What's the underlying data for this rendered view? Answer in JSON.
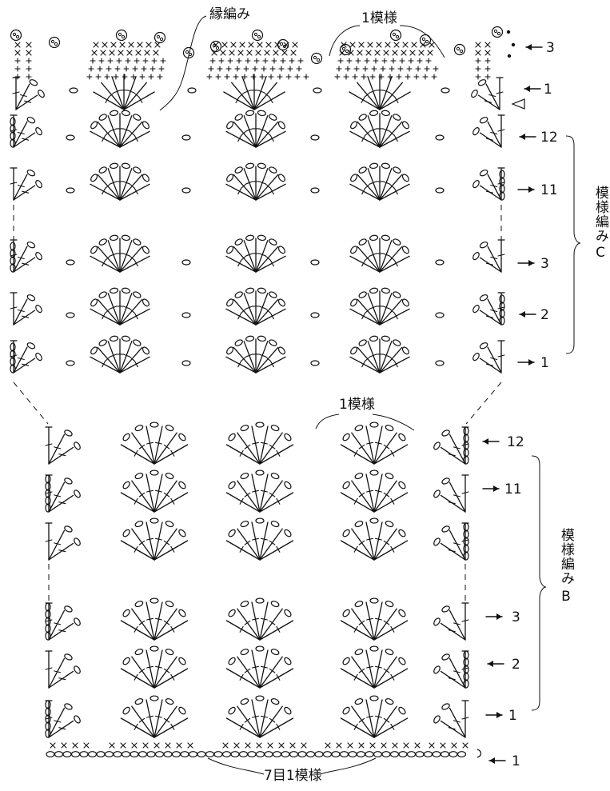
{
  "colors": {
    "ink": "#111111",
    "paper": "#ffffff"
  },
  "labels": {
    "border_title": "縁編み",
    "one_repeat_c": "1模様",
    "one_repeat_b": "1模様",
    "foundation_repeat": "7目1模様",
    "section_c_title": "模様編み",
    "section_c_letter": "C",
    "section_b_title": "模様編み",
    "section_b_letter": "B"
  },
  "border": {
    "rows": [
      {
        "num": "3",
        "dir": "left"
      },
      {
        "num": "1",
        "dir": "left"
      }
    ]
  },
  "section_c": {
    "rows": [
      {
        "num": "12",
        "dir": "left"
      },
      {
        "num": "11",
        "dir": "right"
      },
      {
        "num": "3",
        "dir": "right"
      },
      {
        "num": "2",
        "dir": "left"
      },
      {
        "num": "1",
        "dir": "right"
      }
    ]
  },
  "section_b": {
    "rows": [
      {
        "num": "12",
        "dir": "left"
      },
      {
        "num": "11",
        "dir": "right"
      },
      {
        "num": "",
        "dir": ""
      },
      {
        "num": "3",
        "dir": "right"
      },
      {
        "num": "2",
        "dir": "left"
      },
      {
        "num": "1",
        "dir": "right"
      }
    ]
  },
  "foundation": {
    "num": "1",
    "dir": "left"
  },
  "icons": [
    "arrow-left-icon",
    "arrow-right-icon",
    "fan-stitch-icon",
    "chain-stitch-icon",
    "single-crochet-icon",
    "picot-icon",
    "cut-yarn-triangle-icon"
  ]
}
